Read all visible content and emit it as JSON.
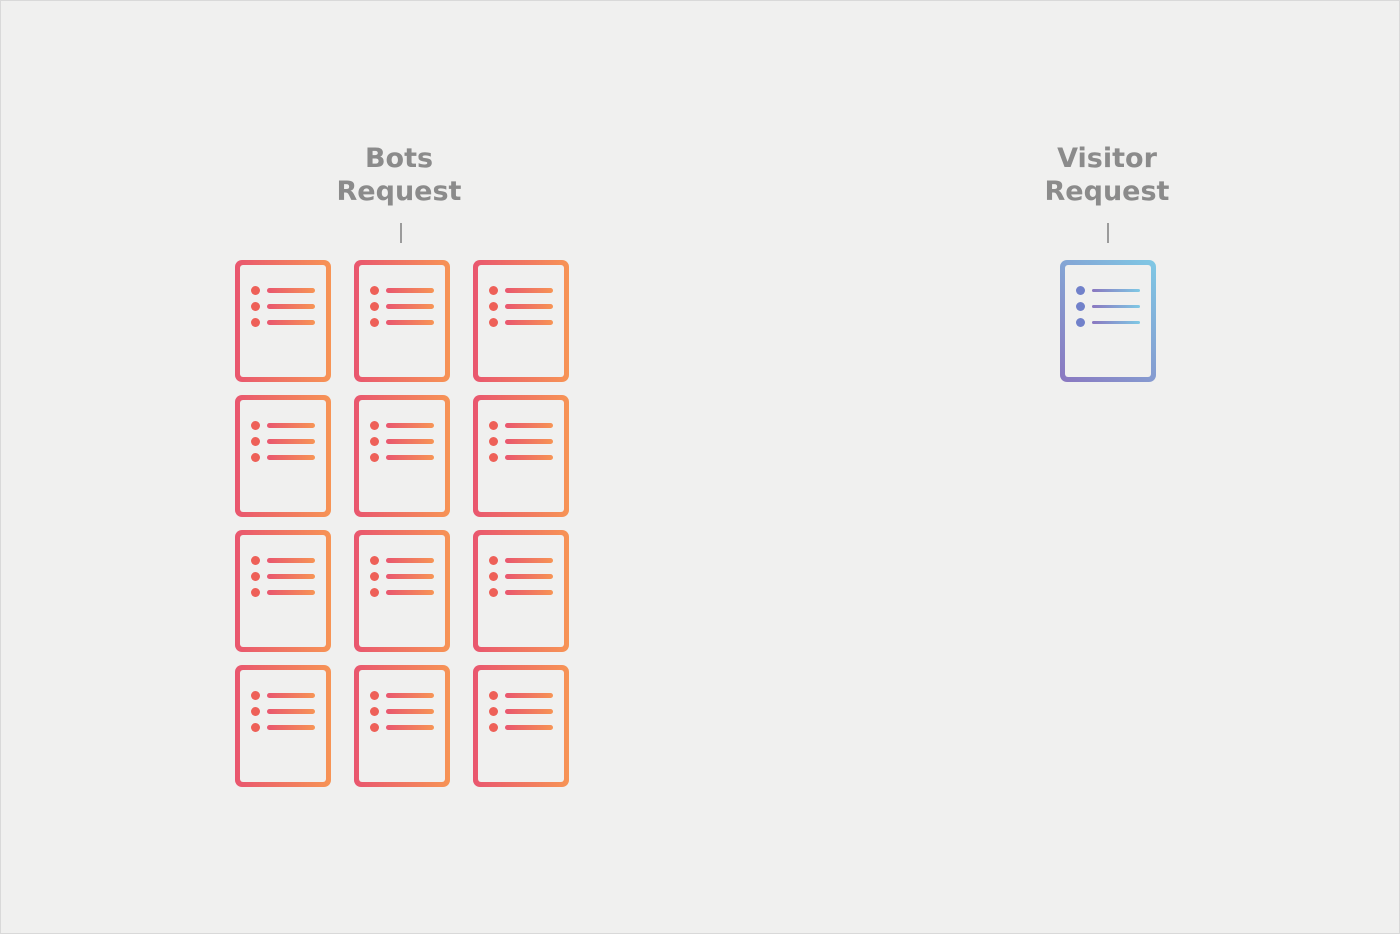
{
  "theme": {
    "bg": "#f0f0ef",
    "frame-border": "#d9d9d9",
    "label-color": "#8b8b8b",
    "tick-color": "#9b9b9b",
    "bots-grad-start": "#e9566f",
    "bots-grad-end": "#f79455",
    "bots-dot": "#ee6058",
    "visitor-grad-start": "#8a77c0",
    "visitor-grad-end": "#7fc9e5",
    "visitor-dot": "#7181ca"
  },
  "bots": {
    "label": "Bots\nRequest",
    "document_count": 12
  },
  "visitor": {
    "label": "Visitor\nRequest",
    "document_count": 1
  }
}
